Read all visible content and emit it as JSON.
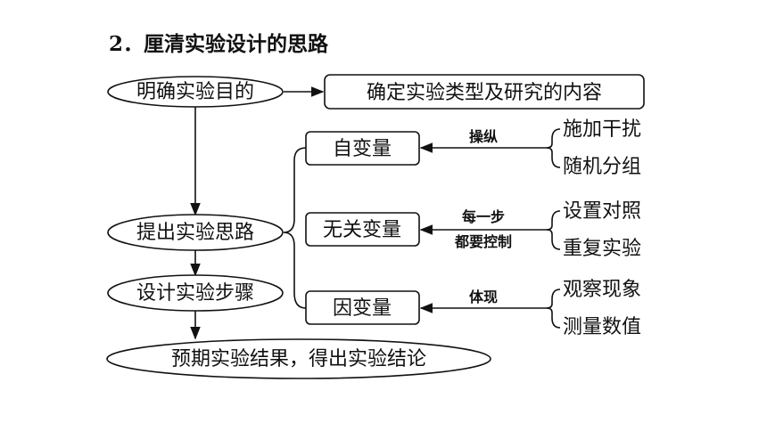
{
  "title": "2．厘清实验设计的思路",
  "nodes": {
    "goal": "明确实验目的",
    "content": "确定实验类型及研究的内容",
    "idea": "提出实验思路",
    "steps": "设计实验步骤",
    "result": "预期实验结果，得出实验结论",
    "independent": "自变量",
    "irrelevant": "无关变量",
    "dependent": "因变量"
  },
  "arrow_labels": {
    "operate": "操纵",
    "each_step_line1": "每一步",
    "each_step_line2": "都要控制",
    "reflect": "体现"
  },
  "methods": {
    "independent": [
      "施加干扰",
      "随机分组"
    ],
    "irrelevant": [
      "设置对照",
      "重复实验"
    ],
    "dependent": [
      "观察现象",
      "测量数值"
    ]
  }
}
